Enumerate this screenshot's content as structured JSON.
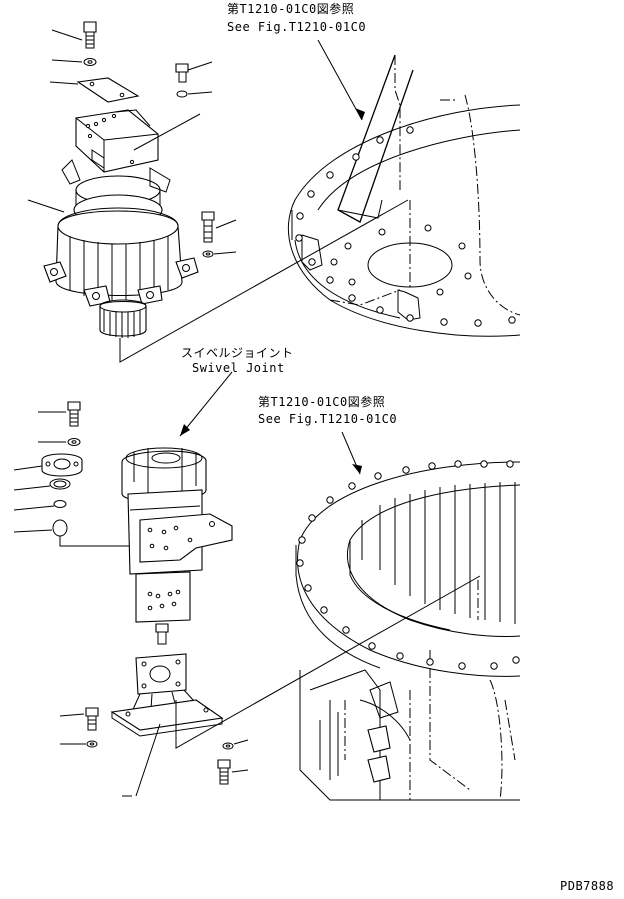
{
  "labels": {
    "ref_top_jp": "第T1210-01C0図参照",
    "ref_top_en": "See Fig.T1210-01C0",
    "swivel_jp": "スイベルジョイント",
    "swivel_en": "Swivel Joint",
    "ref_mid_jp": "第T1210-01C0図参照",
    "ref_mid_en": "See Fig.T1210-01C0",
    "drawing_no": "PDB7888"
  },
  "parts": {
    "upper": [
      "bolt-icon",
      "washer-icon",
      "plate-icon",
      "bolt-icon",
      "washer-icon",
      "valve-block-icon",
      "swing-motor-icon",
      "bolt-icon",
      "washer-icon"
    ],
    "lower": [
      "bolt-icon",
      "washer-icon",
      "clamp-icon",
      "o-ring-icon",
      "o-ring-icon",
      "swivel-joint-icon",
      "bolt-icon",
      "bracket-icon",
      "bolt-icon",
      "washer-icon",
      "bolt-icon",
      "washer-icon"
    ]
  }
}
